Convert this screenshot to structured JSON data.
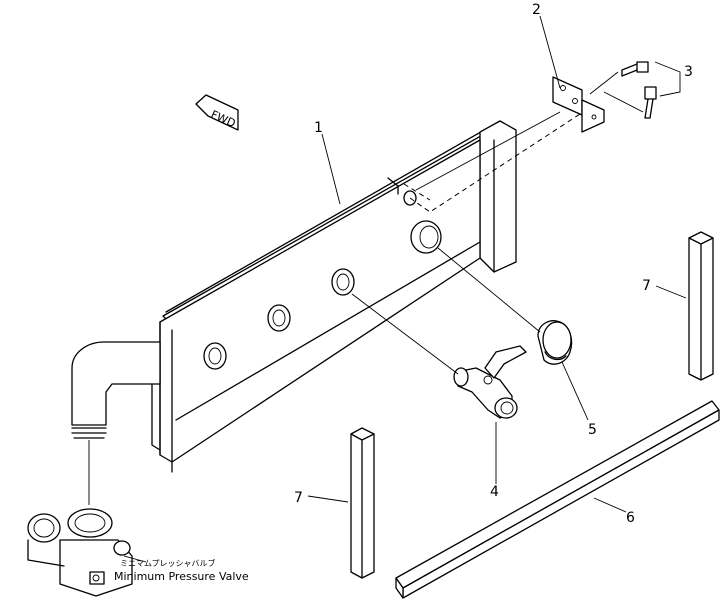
{
  "callouts": {
    "c1": "1",
    "c2": "2",
    "c3": "3",
    "c4": "4",
    "c5": "5",
    "c6": "6",
    "c7a": "7",
    "c7b": "7"
  },
  "fwd_marker": "FWD",
  "valve_caption": {
    "japanese": "ミニマムプレッシャバルブ",
    "english": "Minimum Pressure Valve"
  }
}
